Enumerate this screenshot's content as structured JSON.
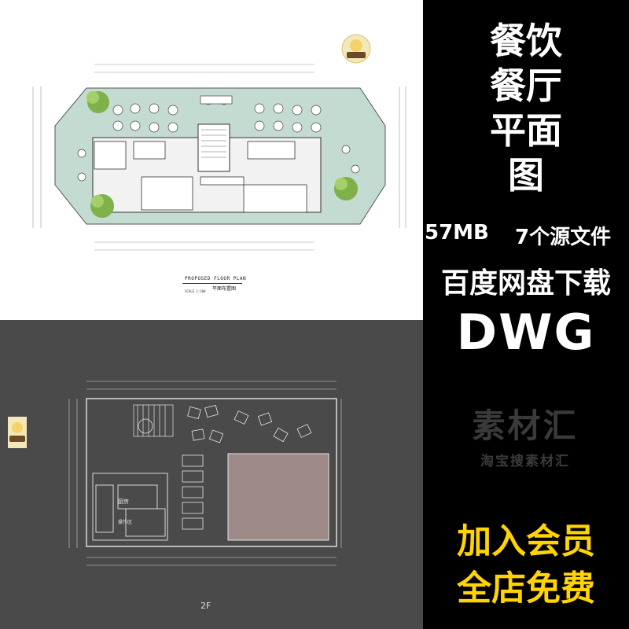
{
  "top_plan": {
    "title": "PROPOSED FLOOR PLAN",
    "title_cn": "平面布置图",
    "scale": "SCALE 1:100"
  },
  "bottom_plan": {
    "floor_label": "2F",
    "kitchen_label": "厨房",
    "storage_label": "操作区"
  },
  "promo": {
    "title_lines": [
      "餐饮",
      "餐厅",
      "平面",
      "图"
    ],
    "size": "57MB",
    "files": "7个源文件",
    "download": "百度网盘下载",
    "format": "DWG",
    "watermark_brand": "素材汇",
    "watermark_shop": "淘宝搜素材汇",
    "cta_line1": "加入会员",
    "cta_line2": "全店免费"
  },
  "colors": {
    "plan_fill": "#c4dbd2",
    "yellow": "#ffd400",
    "dark_panel": "#4a4a4a"
  }
}
